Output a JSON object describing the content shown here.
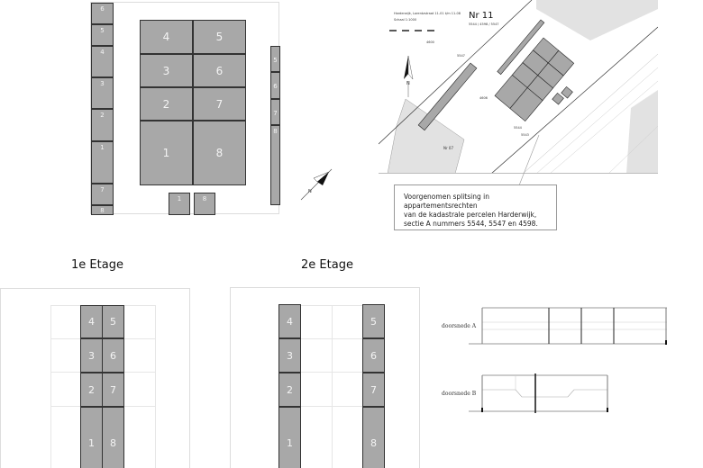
{
  "site_plan": {
    "left_strip": [
      "6",
      "5",
      "4",
      "3",
      "2",
      "1",
      "7",
      "8"
    ],
    "main_block": [
      "4",
      "5",
      "3",
      "6",
      "2",
      "7",
      "1",
      "8"
    ],
    "small_blocks": [
      "1",
      "8"
    ],
    "right_strip": [
      "5",
      "6",
      "7",
      "8"
    ],
    "north_label": "N"
  },
  "map": {
    "title": "Nr 11",
    "subtitle": "5544 / 4598 / 5547",
    "header_line": "Harderwijk, Lorentzstraat 11-01 t/m 11-08",
    "scale": "Schaal 1:1000",
    "parcel_labels": [
      "4600",
      "5547",
      "4606",
      "5544",
      "5543"
    ],
    "neighbour": "Nr 07",
    "north_label": "N"
  },
  "note": {
    "lines": [
      "Voorgenomen splitsing in appartementsrechten",
      "van de kadastrale percelen Harderwijk,",
      "sectie A nummers 5544, 5547 en 4598."
    ]
  },
  "floor1": {
    "title": "1e Etage",
    "units": [
      "4",
      "5",
      "3",
      "6",
      "2",
      "7",
      "1",
      "8"
    ]
  },
  "floor2": {
    "title": "2e Etage",
    "units": [
      "4",
      "5",
      "3",
      "6",
      "2",
      "7",
      "1",
      "8"
    ]
  },
  "sections": {
    "a_label": "doorsnede A",
    "b_label": "doorsnede B"
  },
  "colors": {
    "unit_fill": "#a8a8a8",
    "unit_border": "#333333"
  }
}
